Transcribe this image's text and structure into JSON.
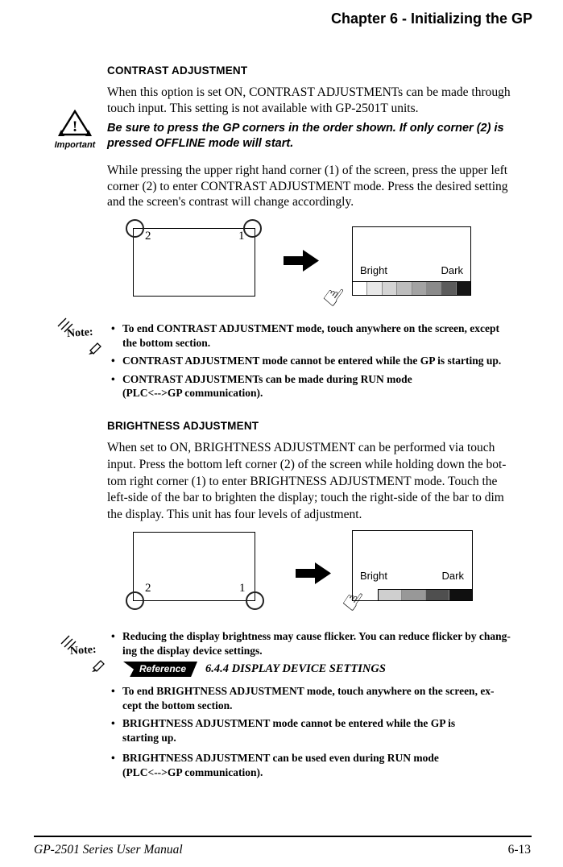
{
  "header": {
    "chapter_title": "Chapter 6 - Initializing the GP"
  },
  "icons": {
    "important_label": "Important",
    "important_mark": "!",
    "note_label": "Note:",
    "pointing_hand": "☝"
  },
  "contrast": {
    "heading": "CONTRAST ADJUSTMENT",
    "intro": "When this option is set ON, CONTRAST ADJUSTMENTs can be made through\ntouch input. This setting is not available with GP-2501T units.",
    "important_text": "Be sure to press the GP corners in the order shown. If only corner (2) is\npressed OFFLINE mode will start.",
    "body": "While pressing the upper right hand corner (1) of the screen, press the upper left\ncorner (2) to enter CONTRAST ADJUSTMENT mode. Press the desired setting\nand the screen's contrast will change accordingly.",
    "diagram": {
      "corner_2": "2",
      "corner_1": "1",
      "bright_label": "Bright",
      "dark_label": "Dark",
      "bar_colors": [
        "#ffffff",
        "#e8e8e8",
        "#d4d4d4",
        "#bdbdbd",
        "#a3a3a3",
        "#8a8a8a",
        "#5c5c5c",
        "#161616"
      ]
    },
    "notes": [
      "To end CONTRAST ADJUSTMENT mode, touch anywhere on the screen, except\nthe bottom section.",
      "CONTRAST ADJUSTMENT mode cannot be entered while the GP is starting up.",
      "CONTRAST ADJUSTMENTs can be made during RUN mode\n(PLC<-->GP communication)."
    ]
  },
  "brightness": {
    "heading": "BRIGHTNESS ADJUSTMENT",
    "body": "When set to ON, BRIGHTNESS ADJUSTMENT can be performed via touch\ninput. Press the bottom left corner (2) of the screen while holding down the bot-\ntom right corner (1) to enter BRIGHTNESS ADJUSTMENT mode. Touch the\nleft-side of the bar to brighten the display; touch the right-side of the bar to dim\nthe display. This unit has four levels of adjustment.",
    "diagram": {
      "corner_2": "2",
      "corner_1": "1",
      "bright_label": "Bright",
      "dark_label": "Dark",
      "bar_colors": [
        "#cfcfcf",
        "#989898",
        "#4f4f4f",
        "#101010"
      ]
    },
    "note_flicker": "Reducing the display brightness may cause flicker. You can reduce flicker by chang-\ning the display device settings.",
    "reference_label": "Reference",
    "reference_text": "6.4.4 DISPLAY DEVICE SETTINGS",
    "notes": [
      "To end BRIGHTNESS ADJUSTMENT mode, touch anywhere on the screen, ex-\ncept the bottom section.",
      "BRIGHTNESS ADJUSTMENT mode cannot be entered while the GP is\nstarting up.",
      "BRIGHTNESS ADJUSTMENT can be used even during RUN mode\n(PLC<-->GP communication)."
    ]
  },
  "footer": {
    "manual_title": "GP-2501 Series User Manual",
    "page_number": "6-13"
  }
}
